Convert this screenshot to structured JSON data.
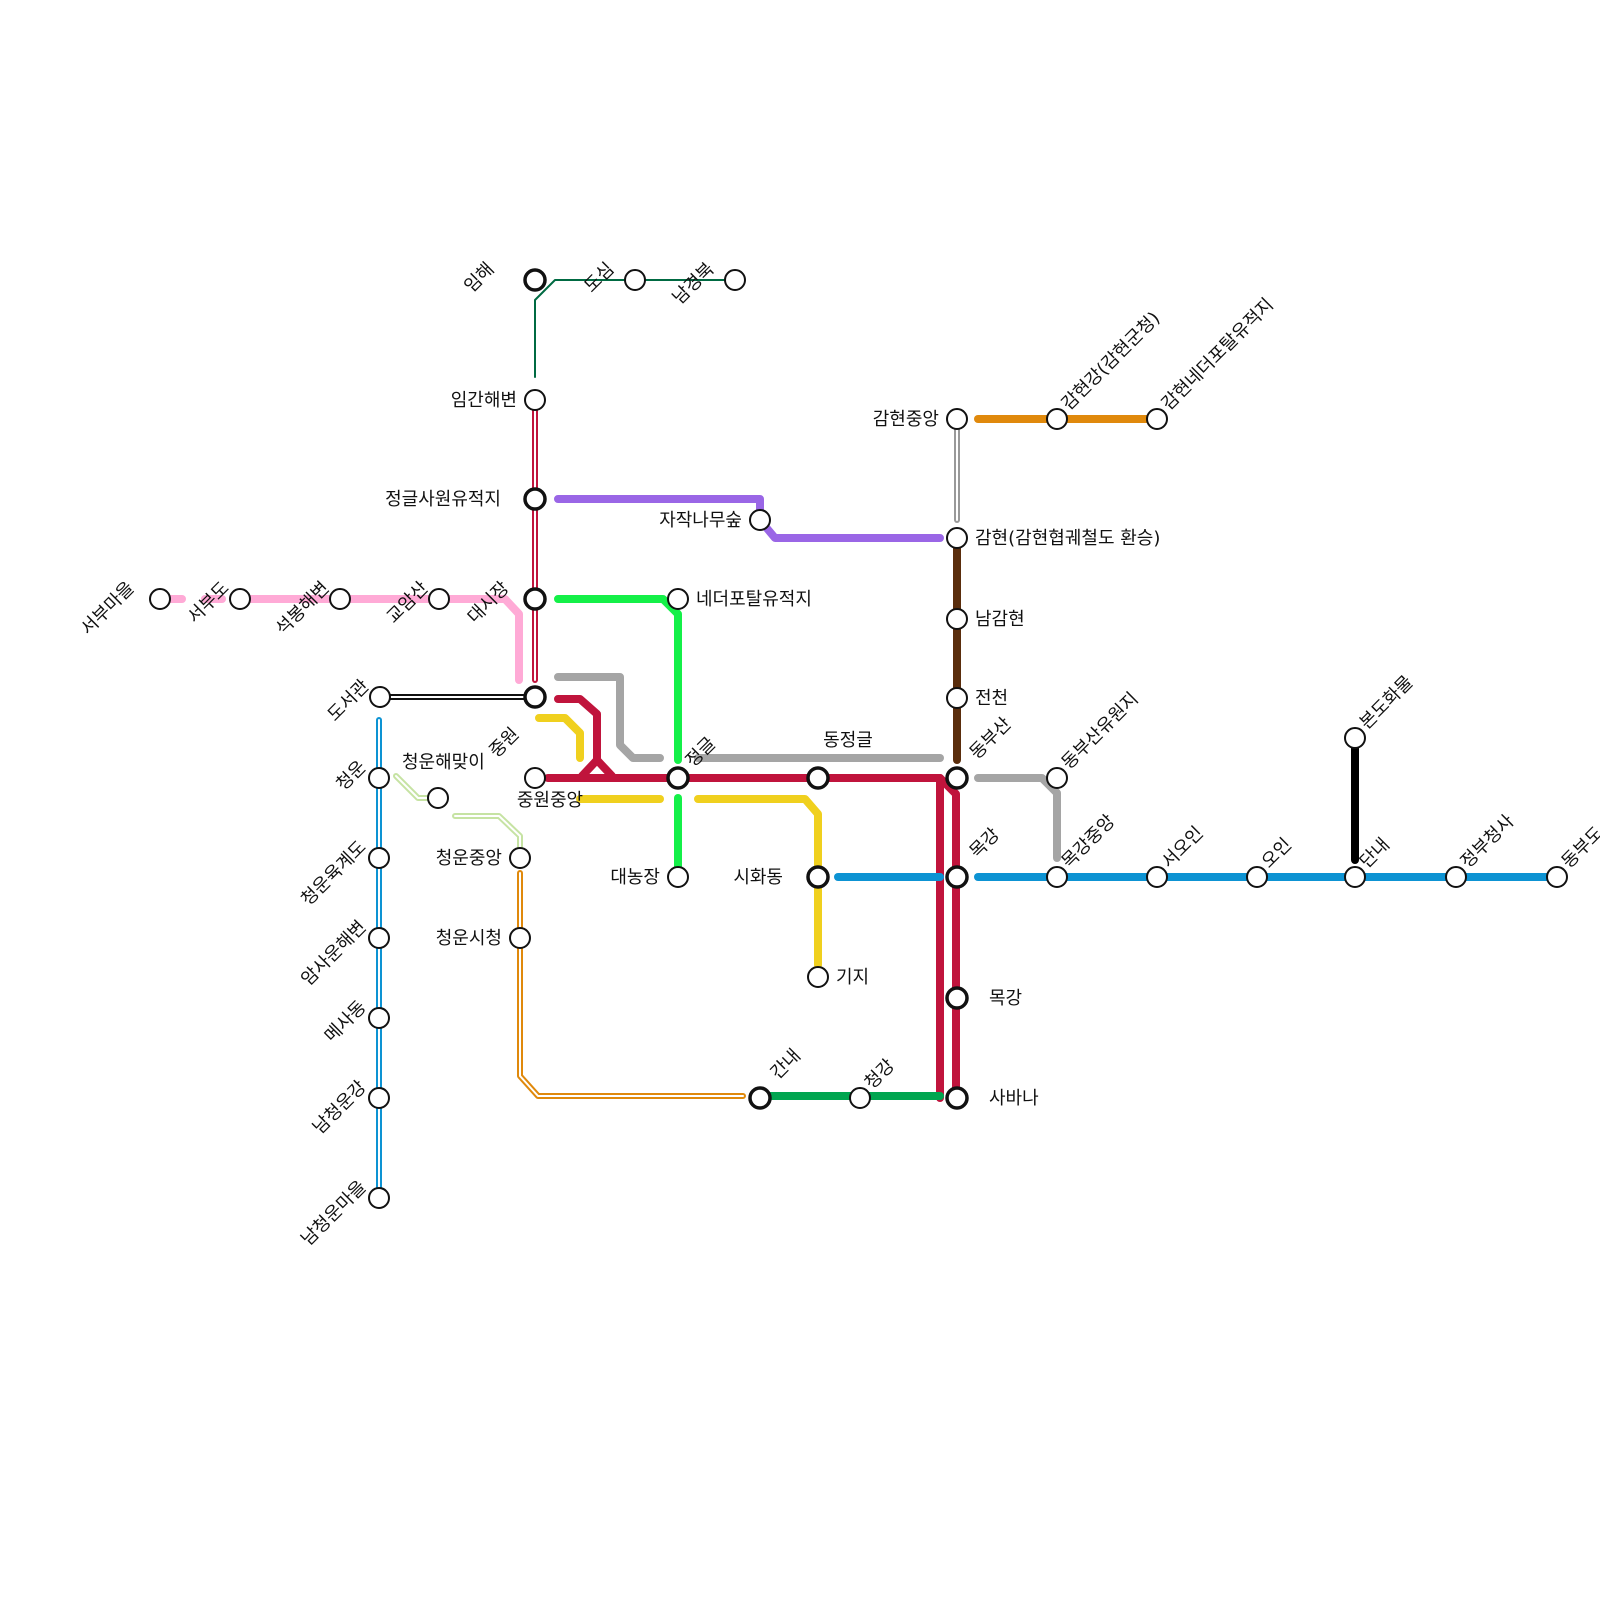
{
  "lines": [
    {
      "id": "imhae",
      "color": "#006a42",
      "style": "thin"
    },
    {
      "id": "red-double",
      "color": "#c0143c",
      "style": "double"
    },
    {
      "id": "purple",
      "color": "#9a66e6",
      "style": "thick"
    },
    {
      "id": "green",
      "color": "#14f048",
      "style": "thick"
    },
    {
      "id": "pink",
      "color": "#ffaad6",
      "style": "thick"
    },
    {
      "id": "black-double",
      "color": "#111111",
      "style": "double"
    },
    {
      "id": "gray",
      "color": "#a5a5a5",
      "style": "thick"
    },
    {
      "id": "crimson",
      "color": "#c0143c",
      "style": "thick"
    },
    {
      "id": "yellow",
      "color": "#f0d01e",
      "style": "thick"
    },
    {
      "id": "orange",
      "color": "#e0890c",
      "style": "thick"
    },
    {
      "id": "gray-double",
      "color": "#999999",
      "style": "double"
    },
    {
      "id": "brown",
      "color": "#5a2d0c",
      "style": "thick"
    },
    {
      "id": "blue",
      "color": "#0d93d3",
      "style": "thick"
    },
    {
      "id": "black",
      "color": "#000000",
      "style": "thick"
    },
    {
      "id": "blue-double",
      "color": "#0d93d3",
      "style": "double"
    },
    {
      "id": "lightgreen-double",
      "color": "#c6e3a3",
      "style": "double"
    },
    {
      "id": "orange-double",
      "color": "#e0890c",
      "style": "double"
    },
    {
      "id": "dark-green",
      "color": "#00a550",
      "style": "thick"
    }
  ],
  "stations": [
    {
      "name": "임해"
    },
    {
      "name": "도심"
    },
    {
      "name": "남경북"
    },
    {
      "name": "임간해변"
    },
    {
      "name": "정글사원유적지"
    },
    {
      "name": "자작나무숲"
    },
    {
      "name": "대시장"
    },
    {
      "name": "네더포탈유적지"
    },
    {
      "name": "서부마을"
    },
    {
      "name": "서부도"
    },
    {
      "name": "석봉해변"
    },
    {
      "name": "교암산"
    },
    {
      "name": "도서관"
    },
    {
      "name": "중원"
    },
    {
      "name": "중원중앙"
    },
    {
      "name": "정글"
    },
    {
      "name": "동정글"
    },
    {
      "name": "대농장"
    },
    {
      "name": "시화동"
    },
    {
      "name": "기지"
    },
    {
      "name": "감현중앙"
    },
    {
      "name": "감현강(감현군청)"
    },
    {
      "name": "감현네더포탈유적지"
    },
    {
      "name": "감현(감현협궤철도 환승)"
    },
    {
      "name": "남감현"
    },
    {
      "name": "전천"
    },
    {
      "name": "동부산"
    },
    {
      "name": "동부산유원지"
    },
    {
      "name": "목강"
    },
    {
      "name": "목강중앙"
    },
    {
      "name": "서오인"
    },
    {
      "name": "오인"
    },
    {
      "name": "단내"
    },
    {
      "name": "본도화물"
    },
    {
      "name": "정부청사"
    },
    {
      "name": "동부도"
    },
    {
      "name": "목강"
    },
    {
      "name": "사바나"
    },
    {
      "name": "간내"
    },
    {
      "name": "청강"
    },
    {
      "name": "청운"
    },
    {
      "name": "청운해맞이"
    },
    {
      "name": "청운중앙"
    },
    {
      "name": "청운육계도"
    },
    {
      "name": "청운시청"
    },
    {
      "name": "암사운해변"
    },
    {
      "name": "메사동"
    },
    {
      "name": "남청운강"
    },
    {
      "name": "남청운마을"
    }
  ]
}
